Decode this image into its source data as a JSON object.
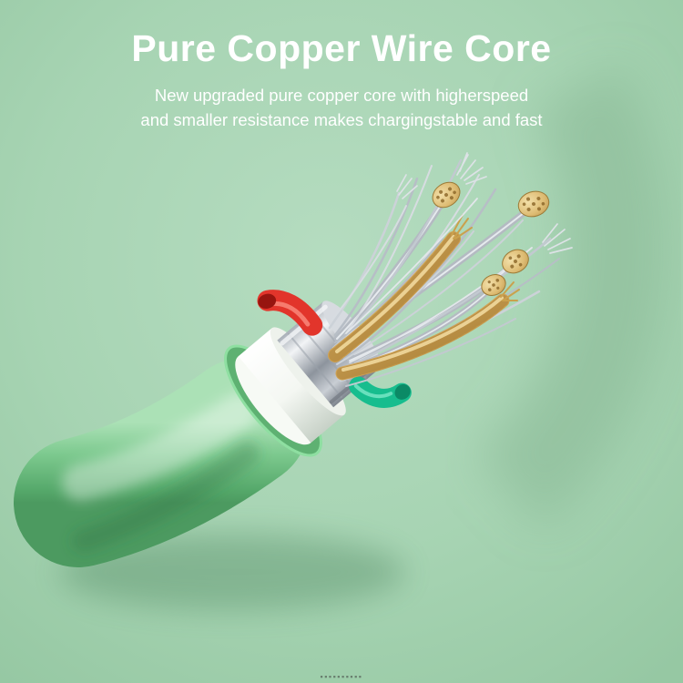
{
  "header": {
    "title": "Pure Copper Wire Core",
    "subtitle_line1": "New upgraded pure copper core with higherspeed",
    "subtitle_line2": "and smaller resistance makes chargingstable and fast"
  },
  "watermark": "▪▪▪▪▪▪▪▪▪▪",
  "colors": {
    "background": "#a7d4b3",
    "title_text": "#ffffff",
    "cable_green": "#7cc98e",
    "cable_green_dark": "#4c9a60",
    "insulation_white": "#f4f7f2",
    "shield_silver": "#c9ced4",
    "wire_red": "#e2352b",
    "wire_green": "#17bd8e",
    "copper_gold": "#cfa253",
    "copper_face": "#ddbb72"
  }
}
